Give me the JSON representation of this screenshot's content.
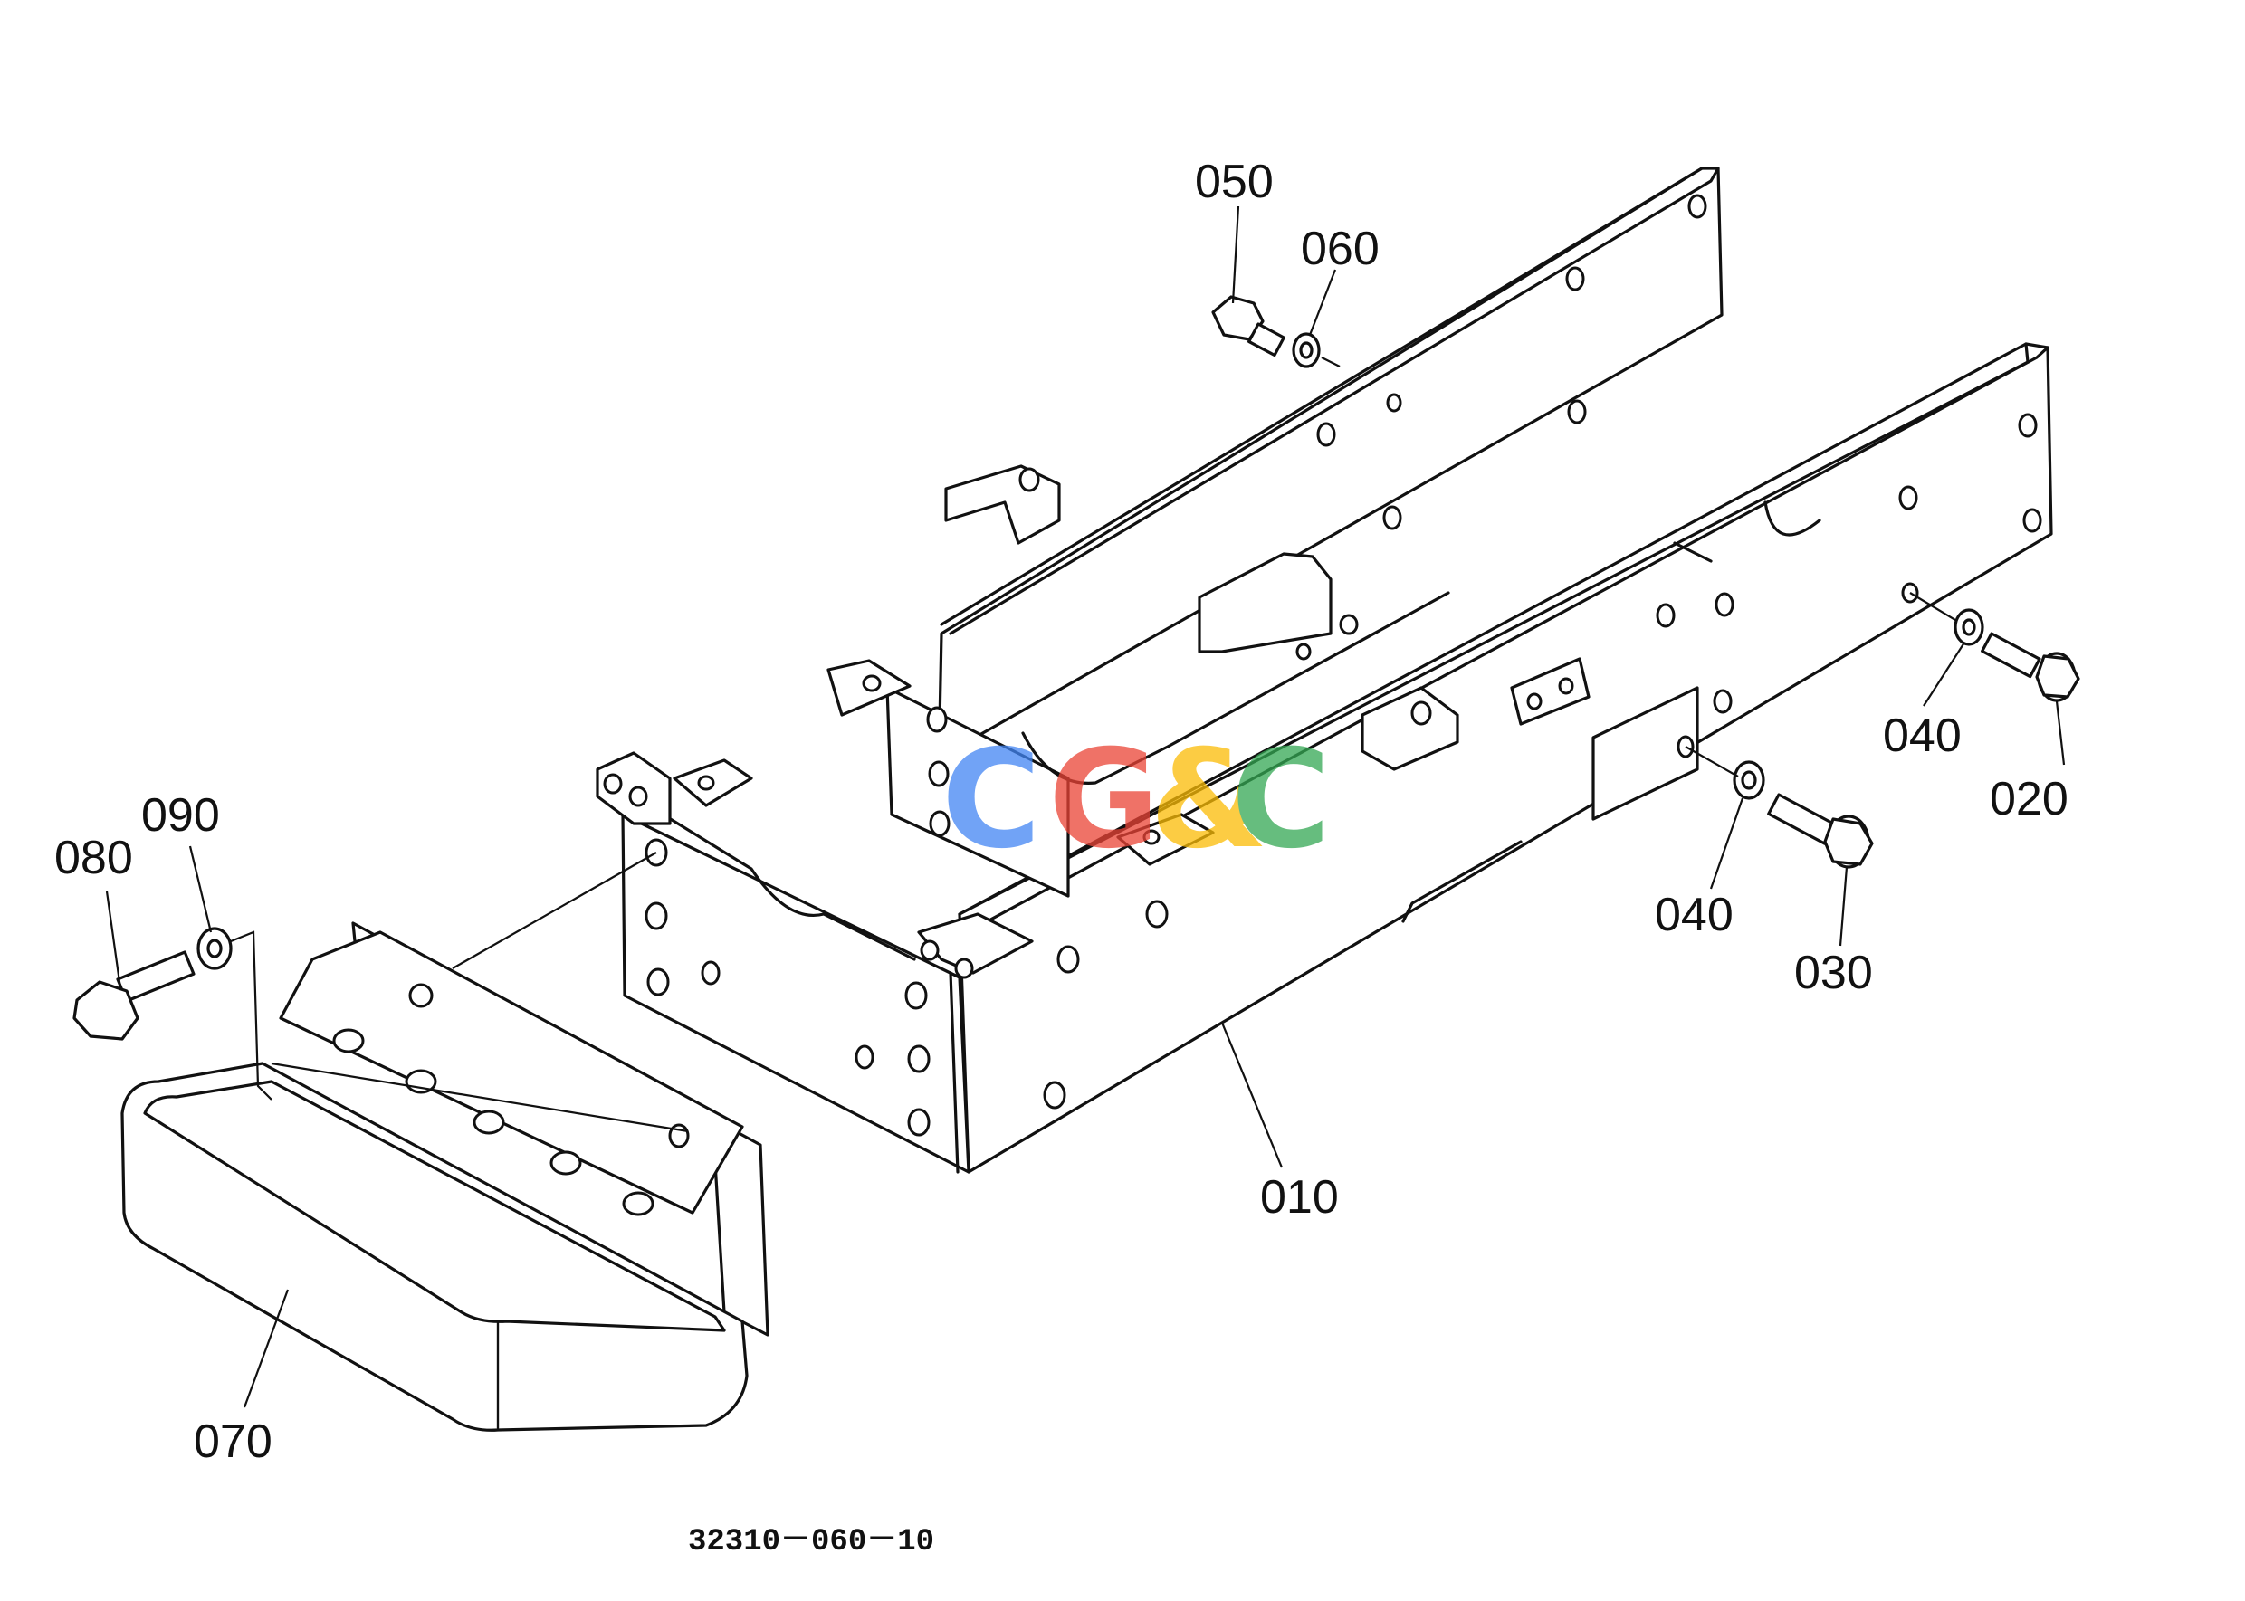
{
  "diagram": {
    "drawing_number": "32310－060－10",
    "watermark": {
      "letters": [
        "C",
        "G",
        "&",
        "C"
      ],
      "colors": [
        "#4285F4",
        "#EA4335",
        "#FBBC05",
        "#34A853"
      ]
    },
    "callouts": [
      {
        "id": "010"
      },
      {
        "id": "020"
      },
      {
        "id": "030"
      },
      {
        "id": "040a",
        "label": "040"
      },
      {
        "id": "040b",
        "label": "040"
      },
      {
        "id": "050"
      },
      {
        "id": "060"
      },
      {
        "id": "070"
      },
      {
        "id": "080"
      },
      {
        "id": "090"
      }
    ]
  }
}
